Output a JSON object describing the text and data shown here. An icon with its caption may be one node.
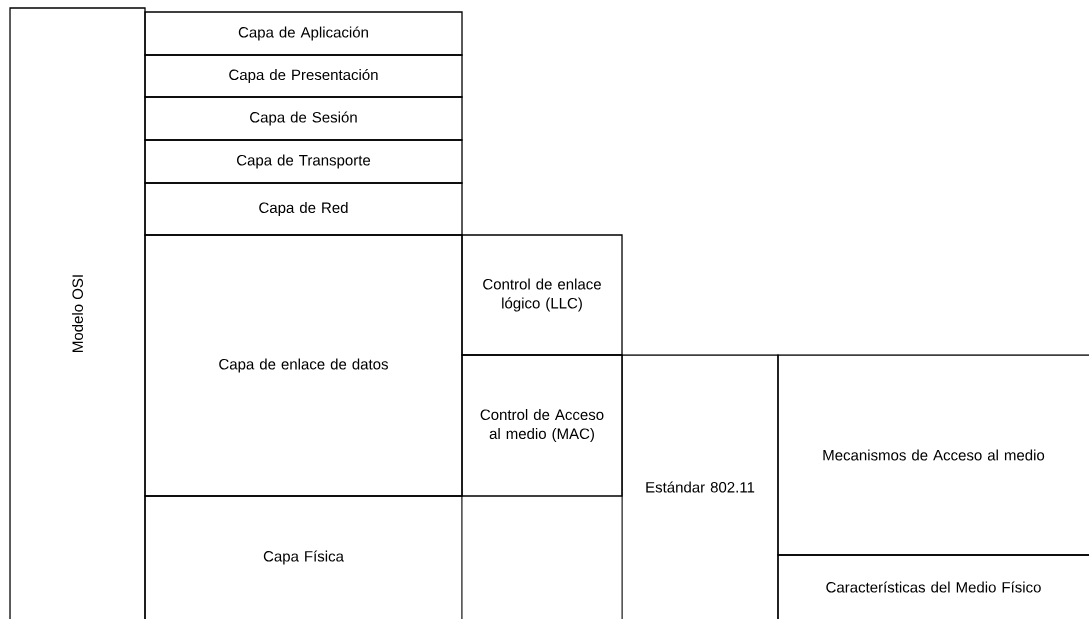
{
  "diagram": {
    "nodes": [
      {
        "text": [
          "Modelo OSI"
        ]
      },
      {
        "text": [
          "Capa de Aplicación"
        ]
      },
      {
        "text": [
          "Capa de Presentación"
        ]
      },
      {
        "text": [
          "Capa de Sesión"
        ]
      },
      {
        "text": [
          "Capa de Transporte"
        ]
      },
      {
        "text": [
          "Capa de Red"
        ]
      },
      {
        "text": [
          "Capa de enlace de datos"
        ]
      },
      {
        "text": [
          "Control de enlace lógico (LLC)"
        ]
      },
      {
        "text": [
          "Control de Acceso al medio (MAC)"
        ]
      },
      {
        "text": [
          "Estándar 802.11"
        ]
      },
      {
        "text": [
          "Mecanismos de Acceso al medio"
        ]
      },
      {
        "text": [
          "Capa Física"
        ]
      },
      {
        "text": [
          "Características del Medio Físico"
        ]
      }
    ]
  }
}
